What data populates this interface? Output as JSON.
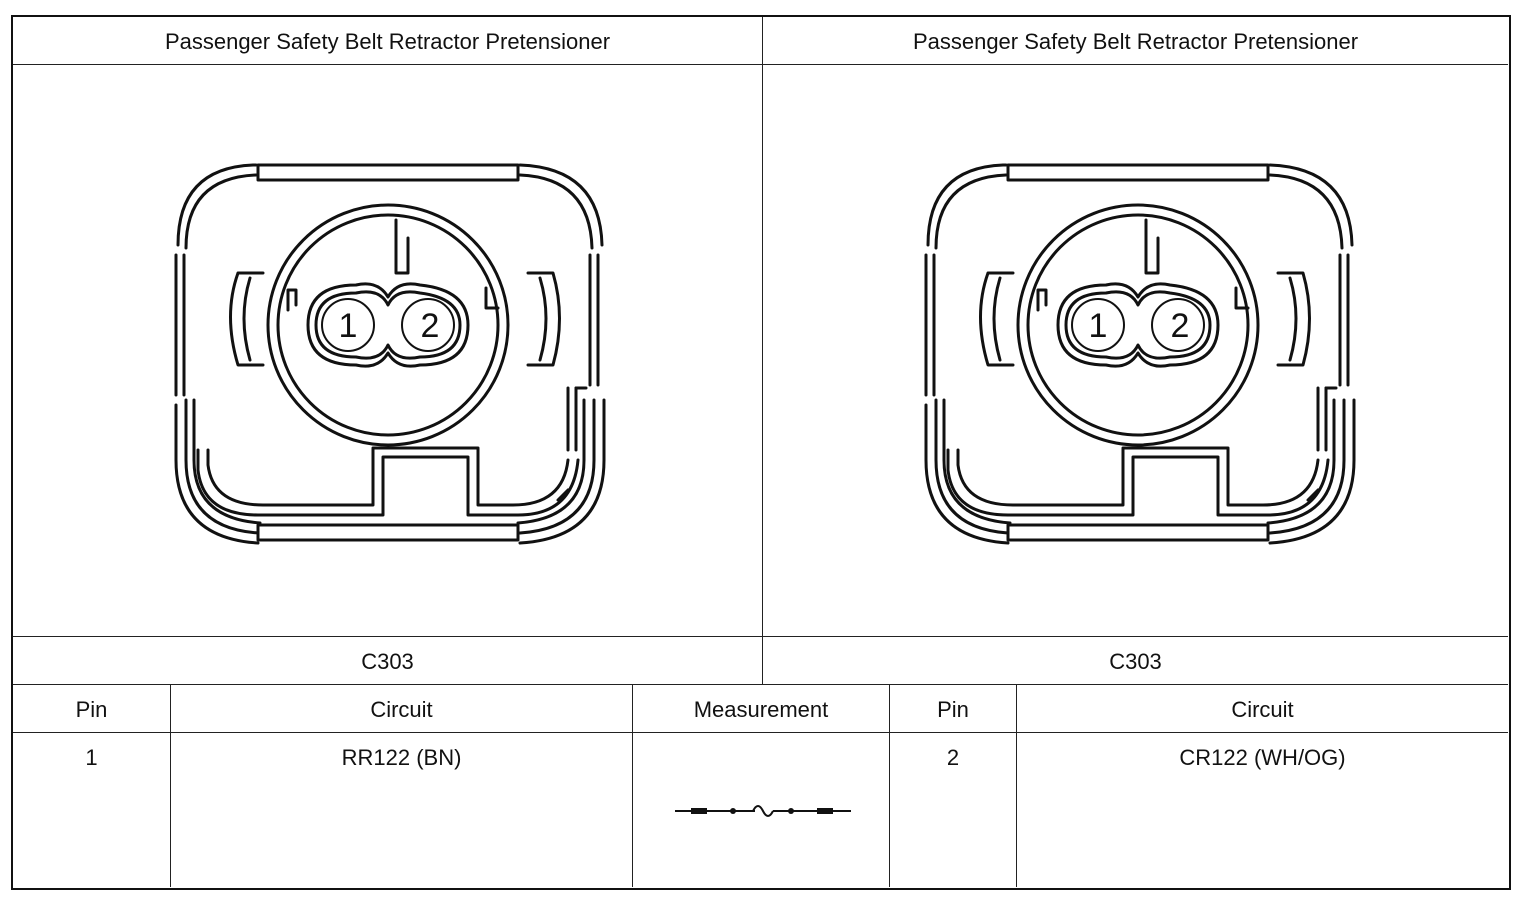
{
  "connectors": [
    {
      "title": "Passenger Safety Belt Retractor Pretensioner",
      "name": "C303",
      "pins": [
        "1",
        "2"
      ]
    },
    {
      "title": "Passenger Safety Belt Retractor Pretensioner",
      "name": "C303",
      "pins": [
        "1",
        "2"
      ]
    }
  ],
  "table": {
    "headers": [
      "Pin",
      "Circuit",
      "Measurement",
      "Pin",
      "Circuit"
    ],
    "row": {
      "pin_a": "1",
      "circuit_a": "RR122 (BN)",
      "measurement_icon": "resistance-symbol-icon",
      "pin_b": "2",
      "circuit_b": "CR122 (WH/OG)"
    }
  }
}
